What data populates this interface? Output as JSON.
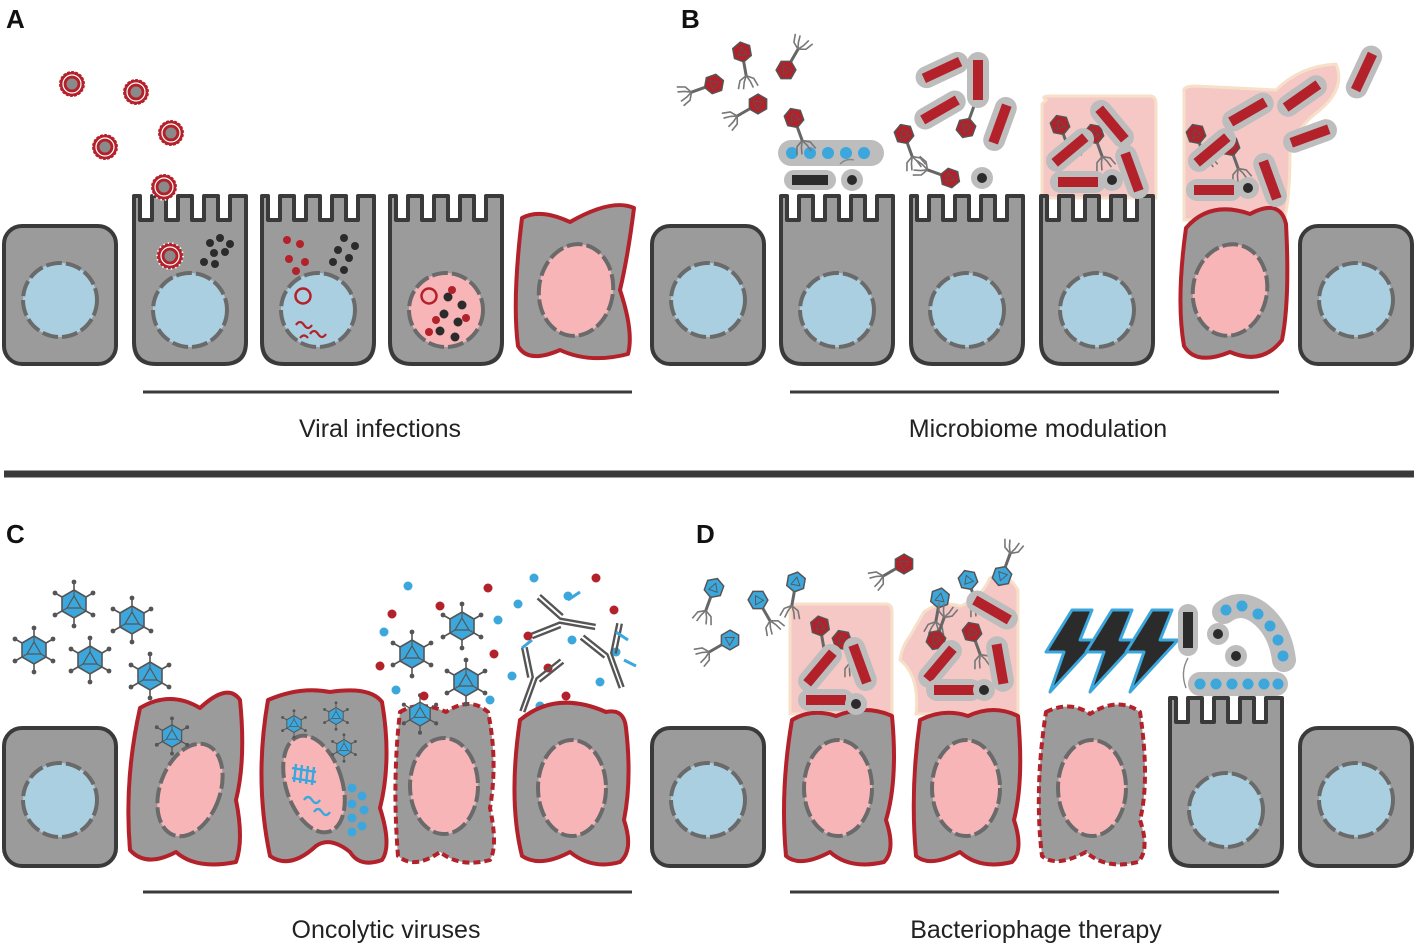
{
  "panels": [
    {
      "letter": "A",
      "caption": "Viral infections"
    },
    {
      "letter": "B",
      "caption": "Microbiome modulation"
    },
    {
      "letter": "C",
      "caption": "Oncolytic viruses"
    },
    {
      "letter": "D",
      "caption": "Bacteriophage therapy"
    }
  ],
  "colors": {
    "cell_fill": "#9b9b9b",
    "cell_stroke": "#3a3a3a",
    "nucleus_healthy": "#a9cfe0",
    "nucleus_cancer": "#f7b5b8",
    "cancer_outline": "#b3212a",
    "virus_red": "#b3212a",
    "virus_blue": "#3ba7dc",
    "bacteria_red": "#b3212a",
    "biofilm_pink": "#f5c6c4",
    "molecule_dark": "#2b2b2b",
    "divider": "#3a3a3a"
  }
}
